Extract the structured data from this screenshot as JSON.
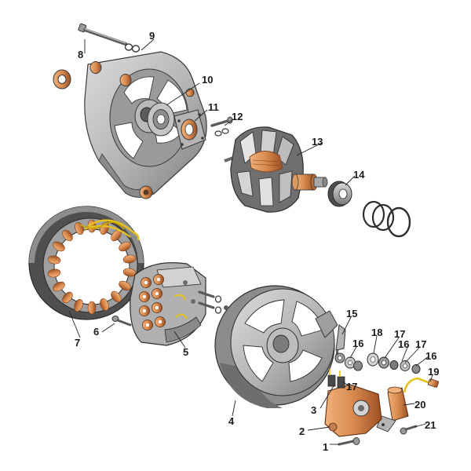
{
  "figure": {
    "colors": {
      "housing_light": "#c9c9c9",
      "housing_mid": "#a8a8a8",
      "housing_dark": "#6f6f6f",
      "copper": "#d88a4e",
      "copper_dark": "#a5582a",
      "wire_yellow": "#e7c21c",
      "steel": "#8f8f8f",
      "outline": "#3a3a3a"
    },
    "parts": [
      {
        "label": "1",
        "name": "screw"
      },
      {
        "label": "2",
        "name": "brush-holder"
      },
      {
        "label": "3",
        "name": "brush"
      },
      {
        "label": "4",
        "name": "rear-cover"
      },
      {
        "label": "5",
        "name": "rectifier-unit"
      },
      {
        "label": "6",
        "name": "rectifier-screw"
      },
      {
        "label": "7",
        "name": "stator"
      },
      {
        "label": "8",
        "name": "tie-bolt"
      },
      {
        "label": "9",
        "name": "front-cover"
      },
      {
        "label": "10",
        "name": "front-bearing"
      },
      {
        "label": "11",
        "name": "bearing-retainer-plate"
      },
      {
        "label": "12",
        "name": "retainer-screw"
      },
      {
        "label": "13",
        "name": "rotor"
      },
      {
        "label": "14",
        "name": "rear-bearing"
      },
      {
        "label": "15",
        "name": "terminal-bolt"
      },
      {
        "label": "16",
        "name": "washer"
      },
      {
        "label": "17",
        "name": "nut"
      },
      {
        "label": "18",
        "name": "insulating-bushing"
      },
      {
        "label": "19",
        "name": "capacitor-lead"
      },
      {
        "label": "20",
        "name": "capacitor"
      },
      {
        "label": "21",
        "name": "capacitor-screw"
      }
    ]
  }
}
